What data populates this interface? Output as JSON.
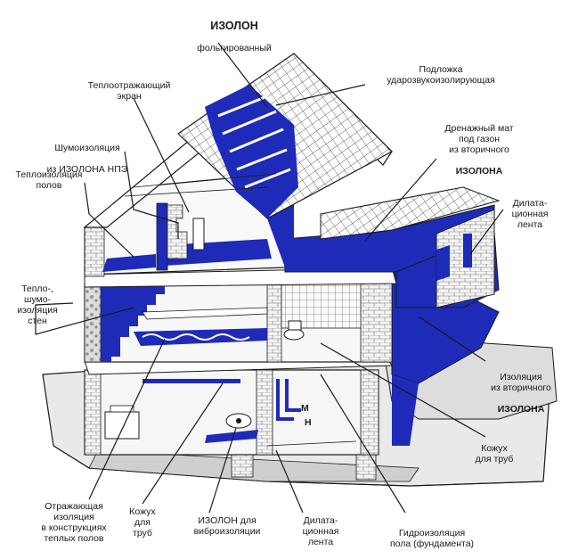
{
  "labels": {
    "izolon_foil_1": "ИЗОЛОН",
    "izolon_foil_2": "фольгированный",
    "heat_screen": "Теплоотражающий\nэкран",
    "underlay": "Подложка\nударозвукоизолирующая",
    "noise_npe_1": "Шумоизоляция",
    "noise_npe_2": "из ИЗОЛОНА НПЭ",
    "floor_insulation": "Теплоизоляция\nполов",
    "drain_mat_1": "Дренажный мат\nпод газон\nиз вторичного",
    "drain_mat_2": "ИЗОЛОНА",
    "dilat_tape_right": "Дилата-\nционная\nлента",
    "wall_insulation": "Тепло-,\nшумо-\nизоляция\nстен",
    "secondary_izolon_1": "Изоляция\nиз вторичного",
    "secondary_izolon_2": "ИЗОЛОНА",
    "pipe_casing_right": "Кожух\nдля труб",
    "reflective_insulation": "Отражающая\nизоляция\nв конструкциях\nтеплых полов",
    "pipe_casing_bottom": "Кожух\nдля\nтруб",
    "vibro_izolon": "ИЗОЛОН для\nвиброизоляции",
    "dilat_tape_bottom": "Дилата-\nционная\nлента",
    "waterproofing": "Гидроизоляция\nпола (фундамента)",
    "pipe_mark_m": "М",
    "pipe_mark_n": "Н"
  },
  "colors": {
    "insulation_blue": "#1e2bb8",
    "outline": "#1a1a1a",
    "brick_fill": "#f2f2f2"
  }
}
